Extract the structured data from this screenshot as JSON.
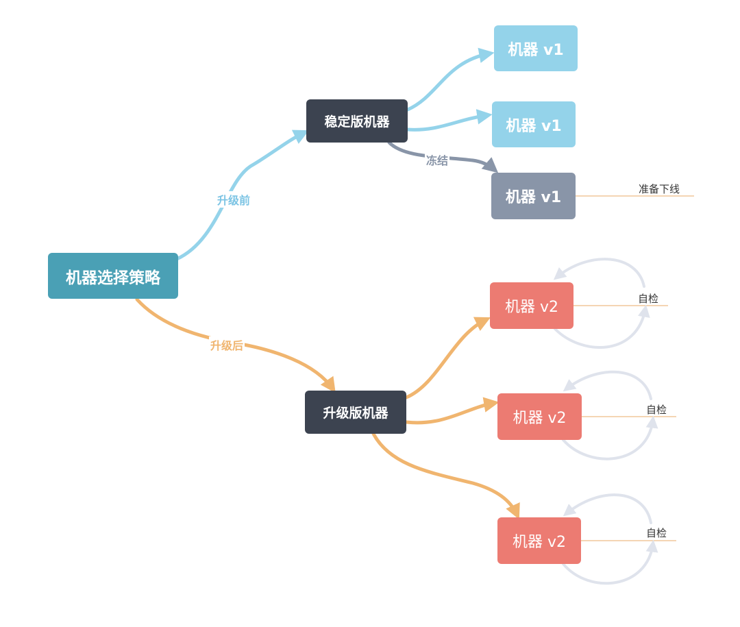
{
  "root": {
    "label": "机器选择策略"
  },
  "branches": {
    "before": {
      "edge_label": "升级前",
      "node_label": "稳定版机器",
      "children": [
        {
          "label": "机器 v1"
        },
        {
          "label": "机器 v1"
        },
        {
          "label": "机器 v1",
          "edge_label": "冻结",
          "note": "准备下线"
        }
      ]
    },
    "after": {
      "edge_label": "升级后",
      "node_label": "升级版机器",
      "children": [
        {
          "label": "机器 v2",
          "note": "自检"
        },
        {
          "label": "机器 v2",
          "note": "自检"
        },
        {
          "label": "机器 v2",
          "note": "自检"
        }
      ]
    }
  },
  "colors": {
    "root": "#4aa0b5",
    "dark_node": "#3c4350",
    "v1_node": "#94d3ea",
    "frozen_node": "#8995a8",
    "v2_node": "#ec7b72",
    "before_edge": "#94d3ea",
    "after_edge": "#f0b56f",
    "frozen_edge": "#8995a8",
    "loop_edge": "#dfe3ec"
  }
}
